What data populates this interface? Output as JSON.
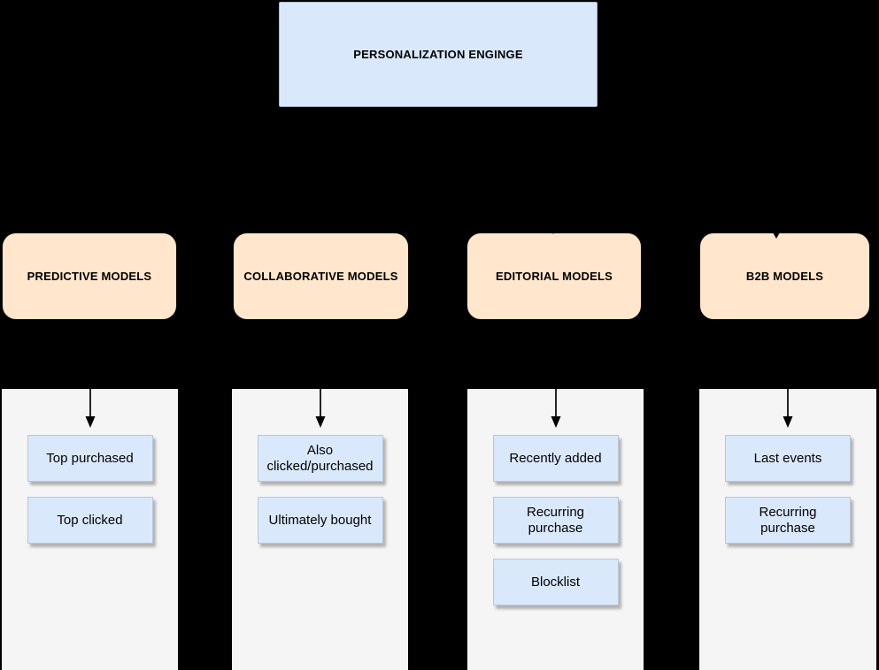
{
  "diagram": {
    "title": "PERSONALIZATION ENGINGE",
    "columns": [
      {
        "header": "PREDICTIVE MODELS",
        "items": [
          "Top purchased",
          "Top clicked"
        ]
      },
      {
        "header": "COLLABORATIVE MODELS",
        "items": [
          "Also clicked/purchased",
          "Ultimately bought"
        ]
      },
      {
        "header": "EDITORIAL MODELS",
        "items": [
          "Recently added",
          "Recurring purchase",
          "Blocklist"
        ]
      },
      {
        "header": "B2B MODELS",
        "items": [
          "Last events",
          "Recurring purchase"
        ]
      }
    ],
    "colors": {
      "background": "#000000",
      "node_blue_fill": "#dae8fc",
      "node_blue_border": "#b9c7d9",
      "node_orange_fill": "#ffe6cc",
      "column_fill": "#f5f5f5",
      "arrow": "#000000",
      "text": "#000000"
    }
  }
}
